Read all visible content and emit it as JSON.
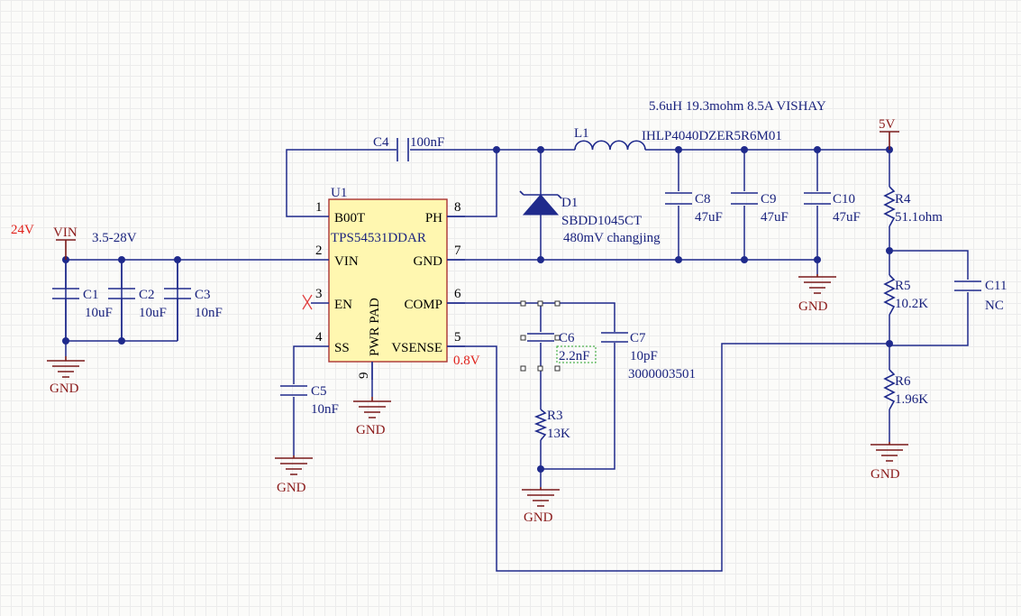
{
  "colors": {
    "wire": "#1f2a8c",
    "ground": "#7a1a1a",
    "ic_fill": "#fff7b0",
    "note_red": "#e0201a"
  },
  "u1": {
    "ref": "U1",
    "part": "TPS54531DDAR",
    "pins": {
      "boot": {
        "num": "1",
        "name": "B00T"
      },
      "vin": {
        "num": "2",
        "name": "VIN"
      },
      "en": {
        "num": "3",
        "name": "EN"
      },
      "ss": {
        "num": "4",
        "name": "SS"
      },
      "vsense": {
        "num": "5",
        "name": "VSENSE"
      },
      "comp": {
        "num": "6",
        "name": "COMP"
      },
      "gnd": {
        "num": "7",
        "name": "GND"
      },
      "ph": {
        "num": "8",
        "name": "PH"
      },
      "pad": {
        "num": "9",
        "name": "PWR PAD"
      }
    }
  },
  "nets": {
    "vin": "VIN",
    "vin_range": "3.5-28V",
    "input_note": "24V",
    "out": "5V",
    "vsense_note": "0.8V",
    "gnd": "GND"
  },
  "parts": {
    "c1": {
      "ref": "C1",
      "val": "10uF"
    },
    "c2": {
      "ref": "C2",
      "val": "10uF"
    },
    "c3": {
      "ref": "C3",
      "val": "10nF"
    },
    "c4": {
      "ref": "C4",
      "val": "100nF"
    },
    "c5": {
      "ref": "C5",
      "val": "10nF"
    },
    "c6": {
      "ref": "C6",
      "val": "2.2nF"
    },
    "c7": {
      "ref": "C7",
      "val": "10pF",
      "pn": "3000003501"
    },
    "c8": {
      "ref": "C8",
      "val": "47uF"
    },
    "c9": {
      "ref": "C9",
      "val": "47uF"
    },
    "c10": {
      "ref": "C10",
      "val": "47uF"
    },
    "c11": {
      "ref": "C11",
      "val": "NC"
    },
    "l1": {
      "ref": "L1",
      "pn": "IHLP4040DZER5R6M01",
      "desc": "5.6uH 19.3mohm  8.5A VISHAY"
    },
    "d1": {
      "ref": "D1",
      "pn": "SBDD1045CT",
      "desc": "480mV  changjing"
    },
    "r3": {
      "ref": "R3",
      "val": "13K"
    },
    "r4": {
      "ref": "R4",
      "val": "51.1ohm"
    },
    "r5": {
      "ref": "R5",
      "val": "10.2K"
    },
    "r6": {
      "ref": "R6",
      "val": "1.96K"
    }
  }
}
